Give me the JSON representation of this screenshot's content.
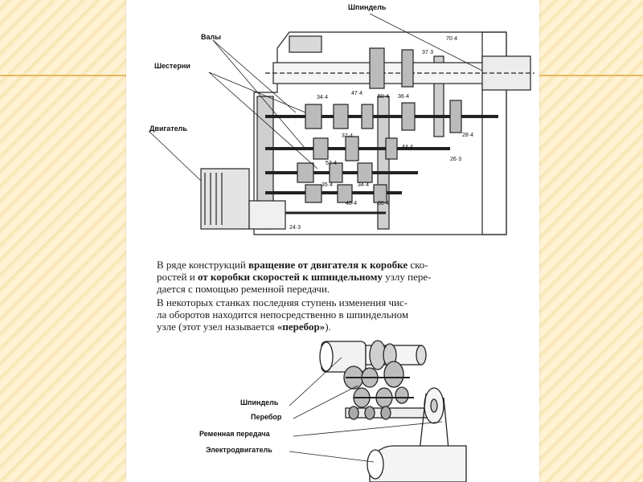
{
  "labels": {
    "top": {
      "spindle": "Шпиндель",
      "shafts": "Валы",
      "gears": "Шестерни",
      "motor": "Двигатель"
    },
    "bottom": {
      "spindle": "Шпиндель",
      "back_gear": "Перебор",
      "belt_drive": "Ременная передача",
      "electric_motor": "Электродвигатель"
    }
  },
  "gear_marks": [
    "47·4",
    "34·4",
    "50·4",
    "36·4",
    "37·4",
    "52·4",
    "28·4",
    "35·4",
    "34·4",
    "40·4",
    "30·4",
    "44·4",
    "24·3",
    "26·3",
    "70·4",
    "37·3"
  ],
  "paragraphs": {
    "p1_a": "В ряде конструкций ",
    "p1_b": "вращение от двигателя к коробке",
    "p1_c": " ско-",
    "p1_d": "ростей и ",
    "p1_e": "от коробки скоростей к шпиндельному",
    "p1_f": " узлу пере-",
    "p1_g": "дается с помощью ременной передачи.",
    "p2_a": "В некоторых станках последняя ступень изменения чис-",
    "p2_b": "ла оборотов находится непосредственно в шпиндельном",
    "p2_c": "узле (этот узел называется ",
    "p2_d": "«перебор»",
    "p2_e": ")."
  }
}
